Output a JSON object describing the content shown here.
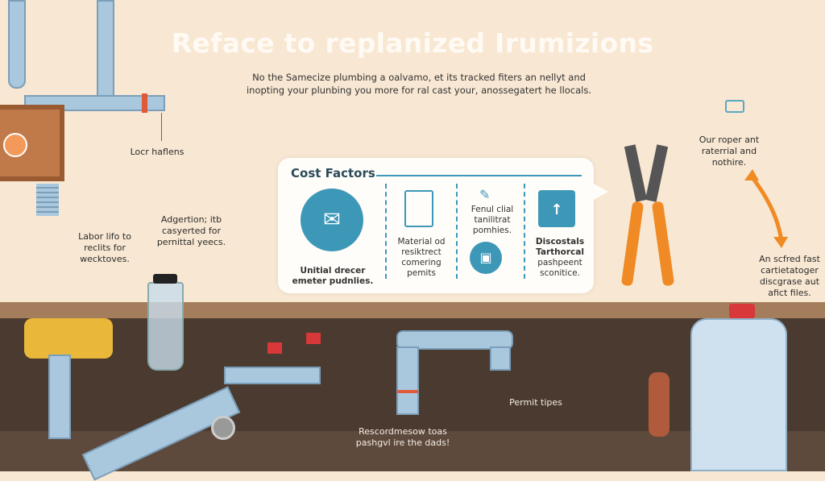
{
  "header": {
    "title": "Reface to replanized Irumizions",
    "subtitle_lines": [
      "No the Samecize plumbing a oalvamo, et its tracked fiters an nellyt and",
      "inopting your plunbing you more for ral cast your, anossegatert he llocals."
    ]
  },
  "callouts": {
    "locr": "Locr haflens",
    "labor": [
      "Labor lifo to",
      "reclits for",
      "wecktoves."
    ],
    "adgertion": [
      "Adgertion; itb",
      "casyerted for",
      "pernittal yeecs."
    ],
    "our_roper": [
      "Our roper ant",
      "raterrial and",
      "nothire."
    ],
    "an_scfred": [
      "An scfred fast",
      "cartietatoger",
      "discgrase aut",
      "afict files."
    ],
    "permit_tipes": "Permit tipes",
    "rescord": [
      "Rescordmesow toas",
      "pashgvl ire the dads!"
    ]
  },
  "cost_factors": {
    "title": "Cost Factors",
    "columns": [
      {
        "icon": "appliances-envelope-icon",
        "lines": [
          "Unitial drecer",
          "emeter pudnlies."
        ]
      },
      {
        "icon": "printer-document-icon",
        "lines": [
          "Material od",
          "resiktrect",
          "comering",
          "pemits"
        ]
      },
      {
        "icon": "box-icon",
        "lines": [
          "Fenul clial",
          "tanilitrat",
          "pomhies."
        ]
      },
      {
        "icon": "calendar-upload-icon",
        "lines": [
          "Discostals",
          "Tarthorcal",
          "pashpeent",
          "sconitice."
        ]
      }
    ]
  },
  "colors": {
    "accent": "#3d98b8",
    "orange": "#f08a24",
    "background": "#f8e7d2",
    "floor": "#4b3a2f"
  }
}
